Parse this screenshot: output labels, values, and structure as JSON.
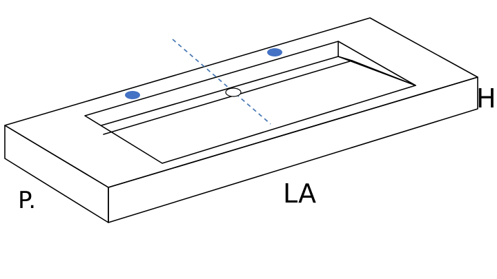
{
  "labels": {
    "height": "H",
    "length": "LA",
    "depth": "P."
  },
  "colors": {
    "outline": "#000000",
    "tap_holes": "#4472c4",
    "center_axis": "#4a7ab5",
    "background": "#ffffff"
  }
}
